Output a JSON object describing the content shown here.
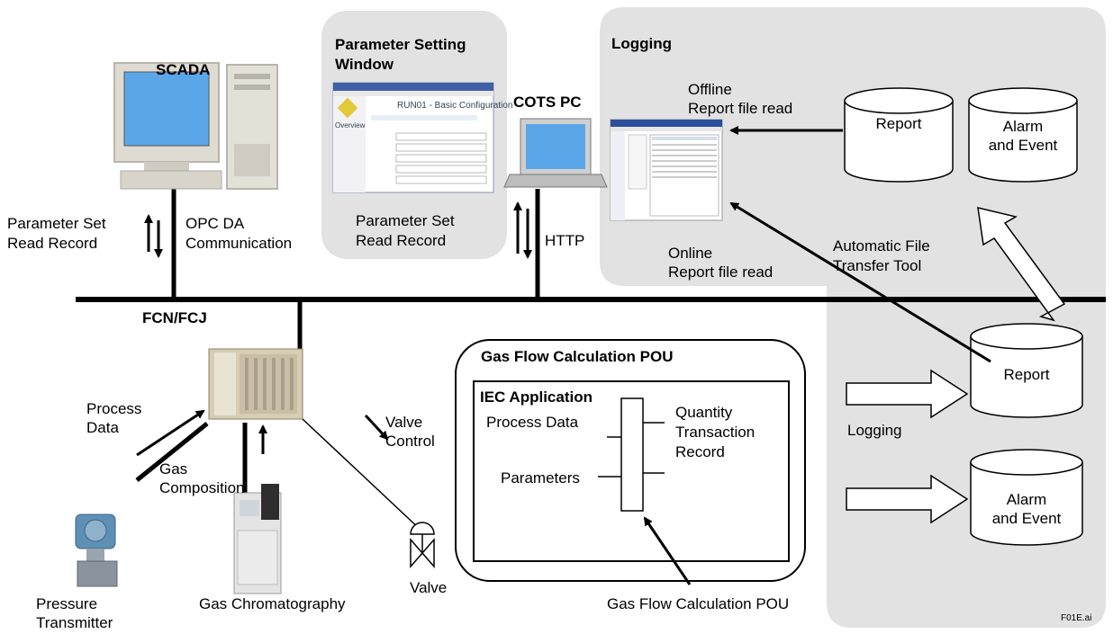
{
  "labels": {
    "scada": "SCADA",
    "param_window_line1": "Parameter Setting",
    "param_window_line2": "Window",
    "cots_pc": "COTS PC",
    "logging_title": "Logging",
    "offline_line1": "Offline",
    "offline_line2": "Report file read",
    "report_top": "Report",
    "alarm_top_line1": "Alarm",
    "alarm_top_line2": "and Event",
    "param_set_left_line1": "Parameter Set",
    "param_set_left_line2": "Read Record",
    "opc_line1": "OPC DA",
    "opc_line2": "Communication",
    "param_set_mid_line1": "Parameter Set",
    "param_set_mid_line2": "Read Record",
    "http": "HTTP",
    "online_line1": "Online",
    "online_line2": "Report file read",
    "auto_line1": "Automatic File",
    "auto_line2": "Transfer Tool",
    "fcn": "FCN/FCJ",
    "process_data_left_line1": "Process",
    "process_data_left_line2": "Data",
    "gas_comp_line1": "Gas",
    "gas_comp_line2": "Composition",
    "valve_control_line1": "Valve",
    "valve_control_line2": "Control",
    "pou_title": "Gas Flow Calculation POU",
    "iec_app": "IEC Application",
    "process_data_in": "Process Data",
    "parameters_in": "Parameters",
    "quantity_line1": "Quantity",
    "quantity_line2": "Transaction",
    "quantity_line3": "Record",
    "report_bottom": "Report",
    "logging_arrow": "Logging",
    "alarm_bottom_line1": "Alarm",
    "alarm_bottom_line2": "and Event",
    "pressure_line1": "Pressure",
    "pressure_line2": "Transmitter",
    "gas_chrom": "Gas Chromatography",
    "valve": "Valve",
    "pou_bottom": "Gas Flow Calculation POU",
    "figure_id": "F01E.ai"
  },
  "screenshot_text": {
    "run_title": "RUN01 - Basic Configuration",
    "overview": "Overview"
  },
  "colors": {
    "panel": "#e2e2e2",
    "line": "#000000",
    "screen_blue": "#5aa6e8"
  }
}
